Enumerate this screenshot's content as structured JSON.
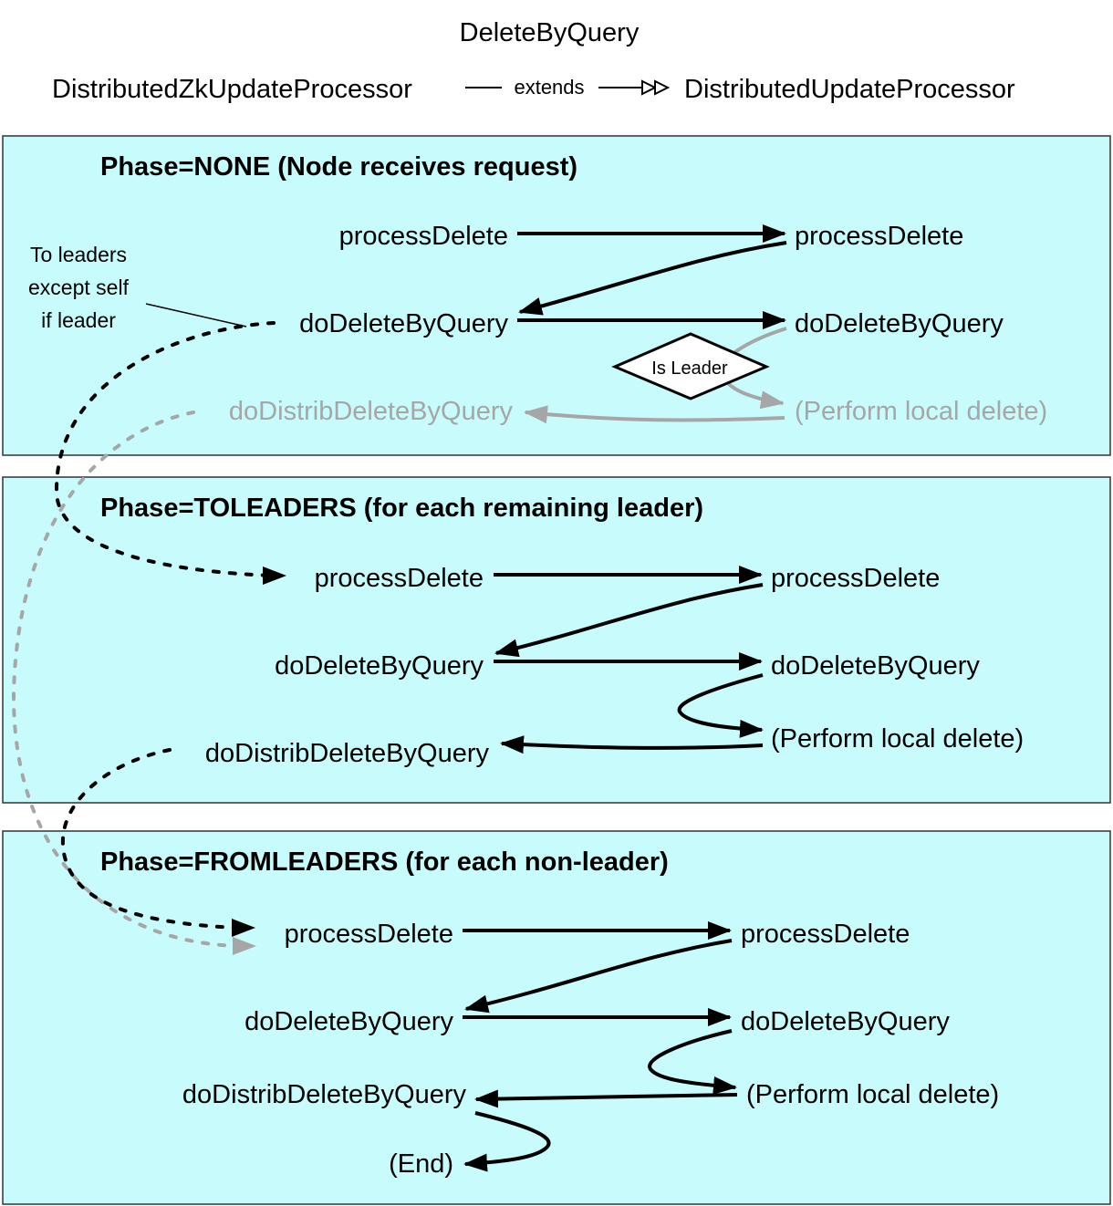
{
  "title": "DeleteByQuery",
  "inheritance": {
    "subclass": "DistributedZkUpdateProcessor",
    "relation": "extends",
    "superclass": "DistributedUpdateProcessor"
  },
  "colors": {
    "panel_fill": "#c8fcfc",
    "inactive_gray": "#a6a6a6",
    "line": "#000000"
  },
  "annotation": {
    "lines": [
      "To leaders",
      "except self",
      "if leader"
    ]
  },
  "phases": [
    {
      "heading": "Phase=NONE (Node receives request)",
      "left": [
        "processDelete",
        "doDeleteByQuery",
        "doDistribDeleteByQuery"
      ],
      "right": [
        "processDelete",
        "doDeleteByQuery",
        "(Perform local delete)"
      ],
      "decision": "Is Leader"
    },
    {
      "heading": "Phase=TOLEADERS (for each remaining leader)",
      "left": [
        "processDelete",
        "doDeleteByQuery",
        "doDistribDeleteByQuery"
      ],
      "right": [
        "processDelete",
        "doDeleteByQuery",
        "(Perform local delete)"
      ]
    },
    {
      "heading": "Phase=FROMLEADERS (for each non-leader)",
      "left": [
        "processDelete",
        "doDeleteByQuery",
        "doDistribDeleteByQuery",
        "(End)"
      ],
      "right": [
        "processDelete",
        "doDeleteByQuery",
        "(Perform local delete)"
      ]
    }
  ]
}
